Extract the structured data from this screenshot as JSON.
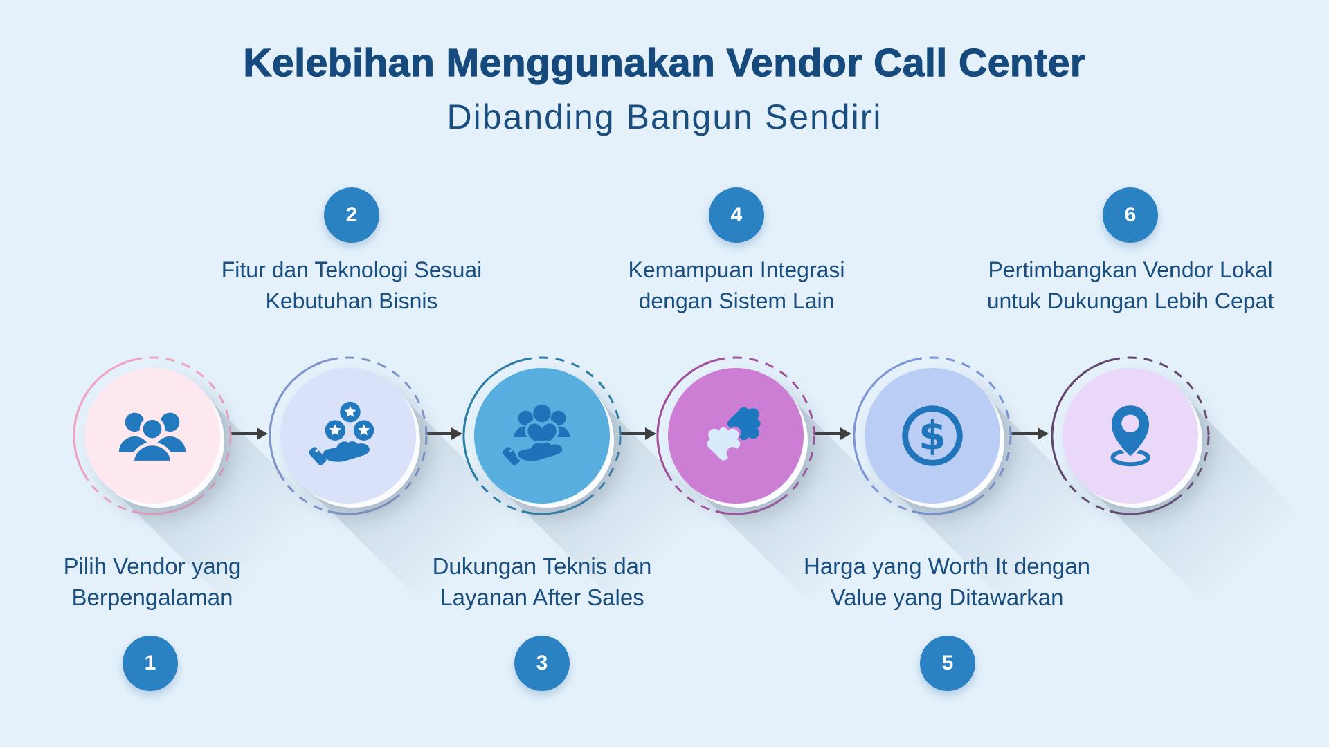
{
  "title": {
    "line1": "Kelebihan Menggunakan Vendor Call Center",
    "line2": "Dibanding Bangun Sendiri"
  },
  "steps": [
    {
      "num": "1",
      "icon": "users-icon",
      "lines": [
        "Pilih Vendor yang",
        "Berpengalaman"
      ],
      "label_position": "bottom",
      "circle_fill": "#fde8ef",
      "ring_color": "#efa3c0",
      "icon_color": "#2379bd"
    },
    {
      "num": "2",
      "icon": "hand-stars-icon",
      "lines": [
        "Fitur dan Teknologi Sesuai",
        "Kebutuhan Bisnis"
      ],
      "label_position": "top",
      "circle_fill": "#d9e2f8",
      "ring_color": "#8093c9",
      "icon_color": "#2379bd"
    },
    {
      "num": "3",
      "icon": "hand-people-heart-icon",
      "lines": [
        "Dukungan Teknis dan",
        "Layanan After Sales"
      ],
      "label_position": "bottom",
      "circle_fill": "#58aede",
      "ring_color": "#2b7da6",
      "icon_color": "#1e72b8"
    },
    {
      "num": "4",
      "icon": "puzzle-icon",
      "lines": [
        "Kemampuan Integrasi",
        "dengan Sistem Lain"
      ],
      "label_position": "top",
      "circle_fill": "#cb7ed3",
      "ring_color": "#a2509c",
      "icon_color": "#1d78c0",
      "icon_secondary": "#d8ebfc"
    },
    {
      "num": "5",
      "icon": "dollar-circle-icon",
      "lines": [
        "Harga yang Worth It dengan",
        "Value yang Ditawarkan"
      ],
      "label_position": "bottom",
      "circle_fill": "#b9cdf5",
      "ring_color": "#7b95d6",
      "icon_color": "#2176bb"
    },
    {
      "num": "6",
      "icon": "location-pin-icon",
      "lines": [
        "Pertimbangkan Vendor Lokal",
        "untuk Dukungan Lebih Cepat"
      ],
      "label_position": "top",
      "circle_fill": "#ead8f8",
      "ring_color": "#64476e",
      "icon_color": "#2379bd"
    }
  ],
  "colors": {
    "background": "#e4f1fb",
    "heading": "#174a7c",
    "label_text": "#1a4e7e",
    "badge": "#2a82c2",
    "badge_text": "#ffffff",
    "arrow": "#3f3f3f"
  }
}
